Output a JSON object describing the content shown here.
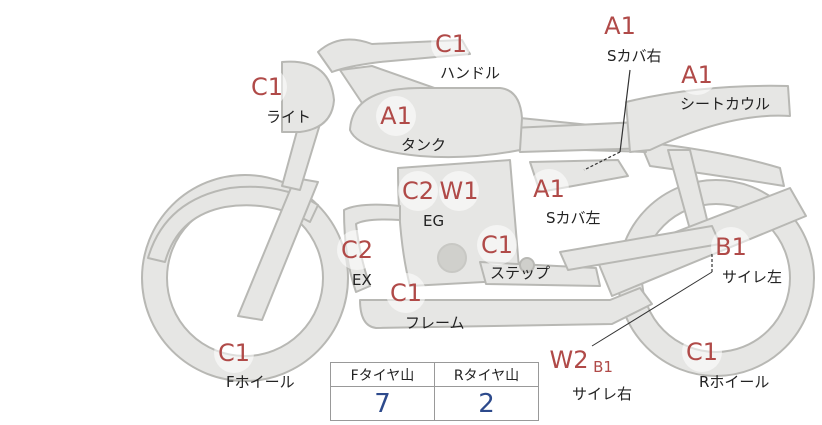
{
  "parts": [
    {
      "grade": "C1",
      "label": "ハンドル"
    },
    {
      "grade": "C1",
      "label": "ライト"
    },
    {
      "grade": "A1",
      "label": "タンク"
    },
    {
      "grade": "A1",
      "label": "Sカバ右"
    },
    {
      "grade": "A1",
      "label": "シートカウル"
    },
    {
      "grade": "A1",
      "label": "Sカバ左"
    },
    {
      "grade": "C2",
      "grade2": "W1",
      "label": "EG"
    },
    {
      "grade": "C2",
      "label": "EX"
    },
    {
      "grade": "C1",
      "label": "ステップ"
    },
    {
      "grade": "C1",
      "label": "フレーム"
    },
    {
      "grade": "B1",
      "label": "サイレ左"
    },
    {
      "grade": "C1",
      "label": "Fホイール"
    },
    {
      "grade": "W2",
      "grade2": "B1",
      "label": "サイレ右"
    },
    {
      "grade": "C1",
      "label": "Rホイール"
    }
  ],
  "tires": {
    "front_label": "Fタイヤ山",
    "rear_label": "Rタイヤ山",
    "front_value": "7",
    "rear_value": "2"
  },
  "colors": {
    "grade": "#b04a48",
    "value": "#2d4a8c",
    "bike_fill": "#e6e6e4",
    "bike_stroke": "#b8b8b4"
  }
}
